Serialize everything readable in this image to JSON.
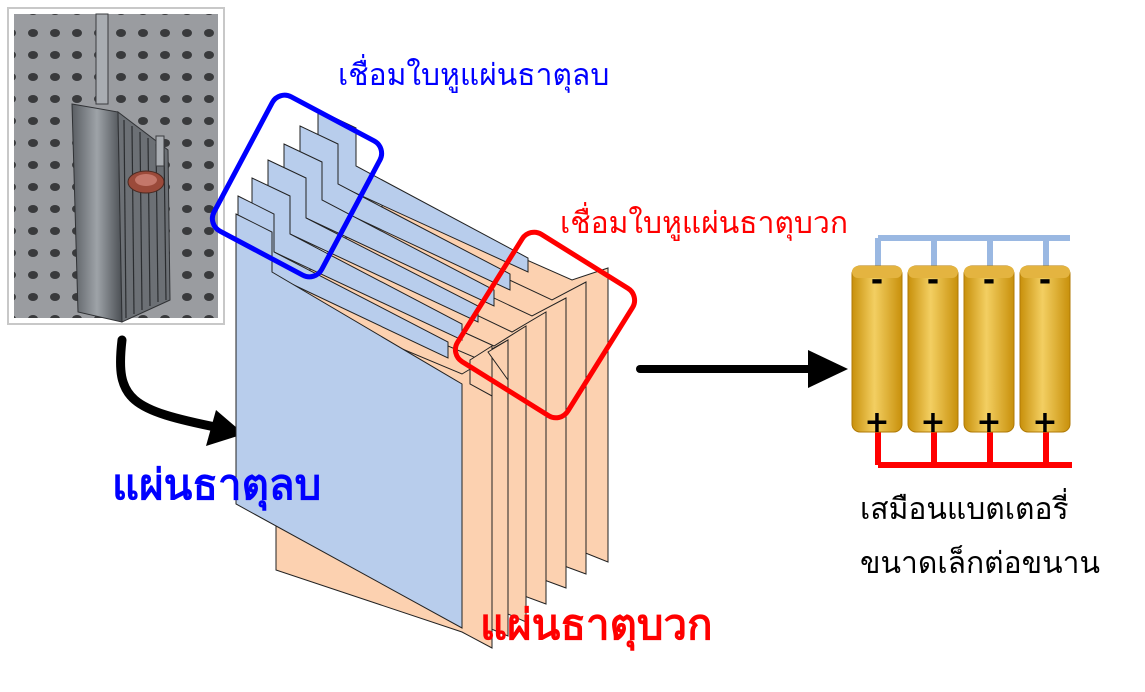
{
  "labels": {
    "negative_tab_weld": "เชื่อมใบหูแผ่นธาตุลบ",
    "positive_tab_weld": "เชื่อมใบหูแผ่นธาตุบวก",
    "negative_plate": "แผ่นธาตุลบ",
    "positive_plate": "แผ่นธาตุบวก",
    "parallel_line1": "เสมือนแบตเตอรี่",
    "parallel_line2": "ขนาดเล็กต่อขนาน"
  },
  "cells": [
    {
      "top": "-",
      "bottom": "+"
    },
    {
      "top": "-",
      "bottom": "+"
    },
    {
      "top": "-",
      "bottom": "+"
    },
    {
      "top": "-",
      "bottom": "+"
    }
  ],
  "colors": {
    "negative": "#0000ff",
    "positive": "#ff0000",
    "negative_plate_fill": "#b8cdec",
    "positive_plate_fill": "#fcd1b0",
    "negative_bus": "#9ab8e2",
    "positive_bus": "#ff0000",
    "cell_body": "#d4a017",
    "arrow": "#000000"
  },
  "icons": {
    "photo": "battery-plate-stack-photo",
    "flow_arrow": "black-arrow"
  }
}
